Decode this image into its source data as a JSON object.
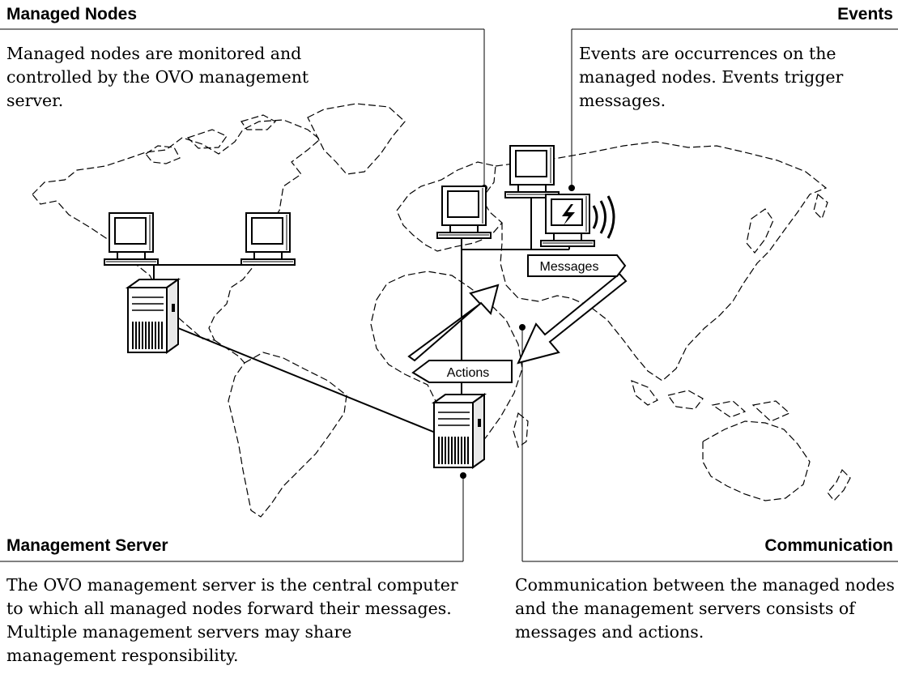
{
  "managed_nodes": {
    "heading": "Managed Nodes",
    "description": "Managed nodes are monitored and controlled by the OVO management server."
  },
  "events": {
    "heading": "Events",
    "description": "Events are occurrences on the managed nodes. Events trigger messages."
  },
  "management_server": {
    "heading": "Management Server",
    "description": "The OVO management server is the central computer to which all managed nodes forward their messages. Multiple management servers may share management responsibility."
  },
  "communication": {
    "heading": "Communication",
    "description": "Communication between the managed nodes and the management servers consists of messages and actions."
  },
  "flow_labels": {
    "messages": "Messages",
    "actions": "Actions"
  }
}
